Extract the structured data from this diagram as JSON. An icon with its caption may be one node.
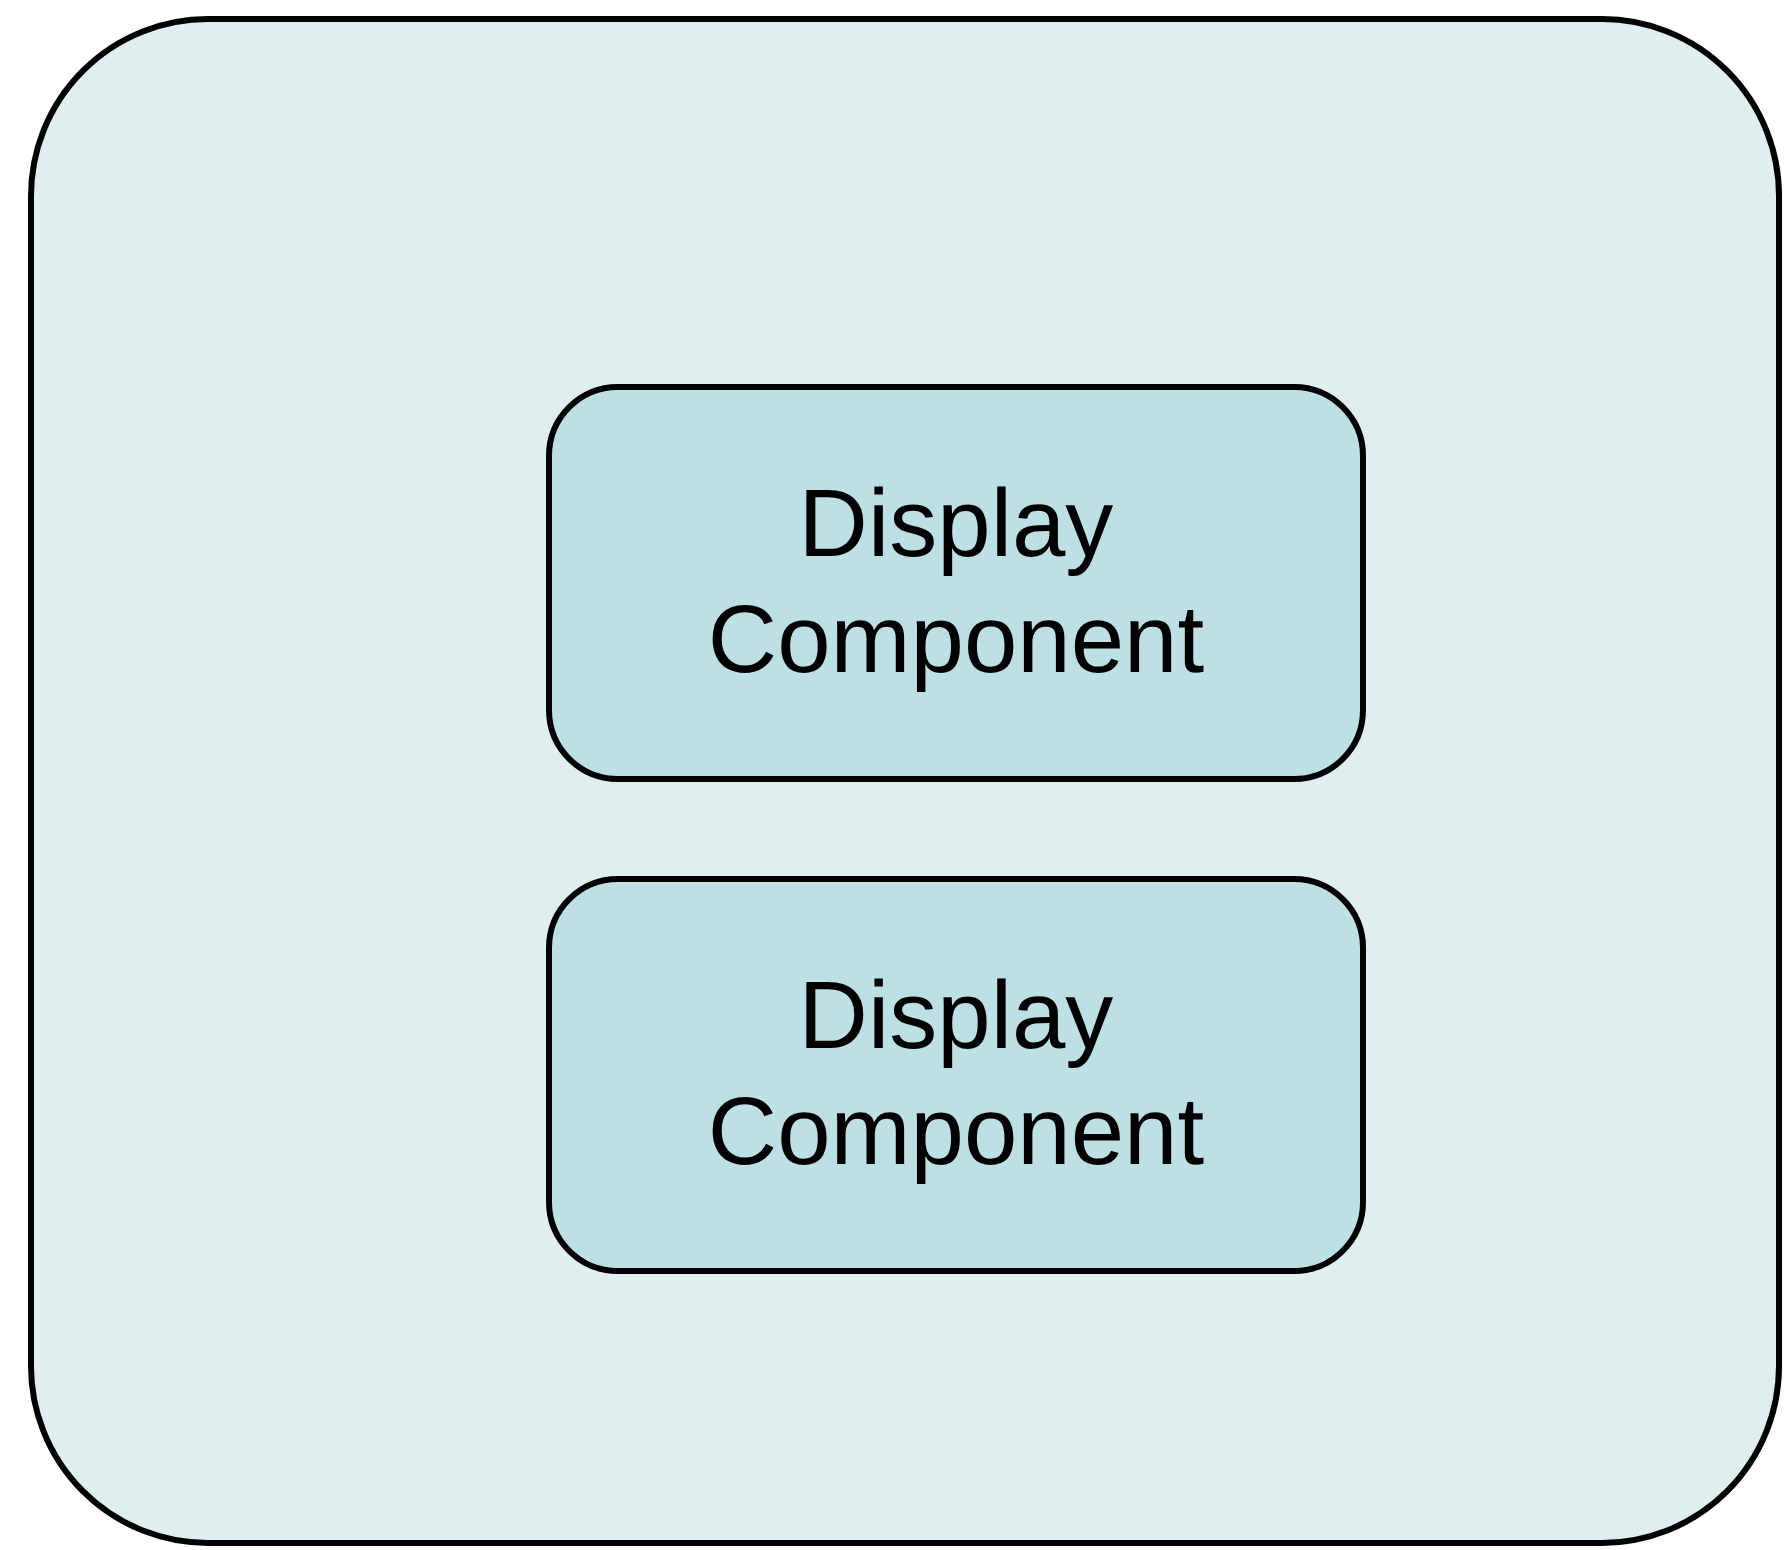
{
  "diagram": {
    "nodes": [
      {
        "text": [],
        "shape": "box"
      },
      {
        "text": [
          "Display Component"
        ],
        "in": 0
      },
      {
        "text": [
          "Display Component"
        ],
        "in": 0
      }
    ]
  }
}
